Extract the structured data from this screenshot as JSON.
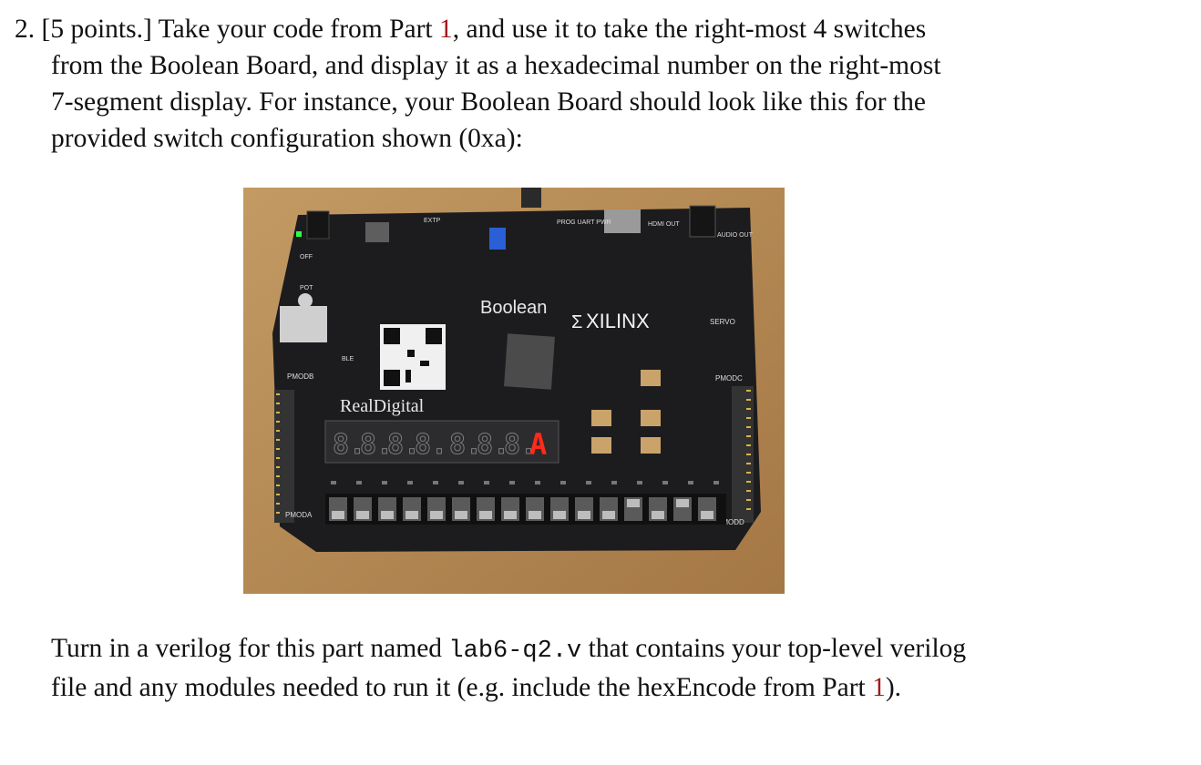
{
  "question": {
    "lines": [
      "2.  [5 points.] Take your code from Part ",
      "1",
      ", and use it to take the right-most 4 switches",
      "from the Boolean Board, and display it as a hexadecimal number on the right-most",
      "7-segment display.  For instance, your Boolean Board should look like this for the",
      "provided switch configuration shown (0xa):"
    ]
  },
  "photo": {
    "board_labels": {
      "boolean": "Boolean",
      "xilinx": "XILINX",
      "realdigital": "RealDigital",
      "pmodb": "PMODB",
      "pmoda": "PMODA",
      "pmodc": "PMODC",
      "pmodd": "PMODD",
      "servo": "SERVO",
      "hdmi": "HDMI OUT",
      "audio": "AUDIO OUT",
      "prog": "PROG UART PWR",
      "extp": "EXTP",
      "pot": "POT",
      "ble": "BLE",
      "off": "OFF"
    },
    "seven_segment_digits": [
      "8.",
      "8.",
      "8.",
      "8.",
      "8.",
      "8.",
      "8.",
      "A"
    ],
    "display_value_hex": "A",
    "switch_count": 16
  },
  "turn_in": {
    "l1_pre": "Turn in a verilog for this part named ",
    "filename": "lab6-q2.v",
    "l1_post": " that contains your top-level verilog",
    "l2_pre": "file and any modules needed to run it (e.g. include the hexEncode from Part ",
    "l2_ref": "1",
    "l2_post": ")."
  },
  "colors": {
    "ref_link": "#a31a1a",
    "board": "#1c1c1e",
    "table": "#b48b57",
    "segment_on": "#ff2a1a"
  }
}
